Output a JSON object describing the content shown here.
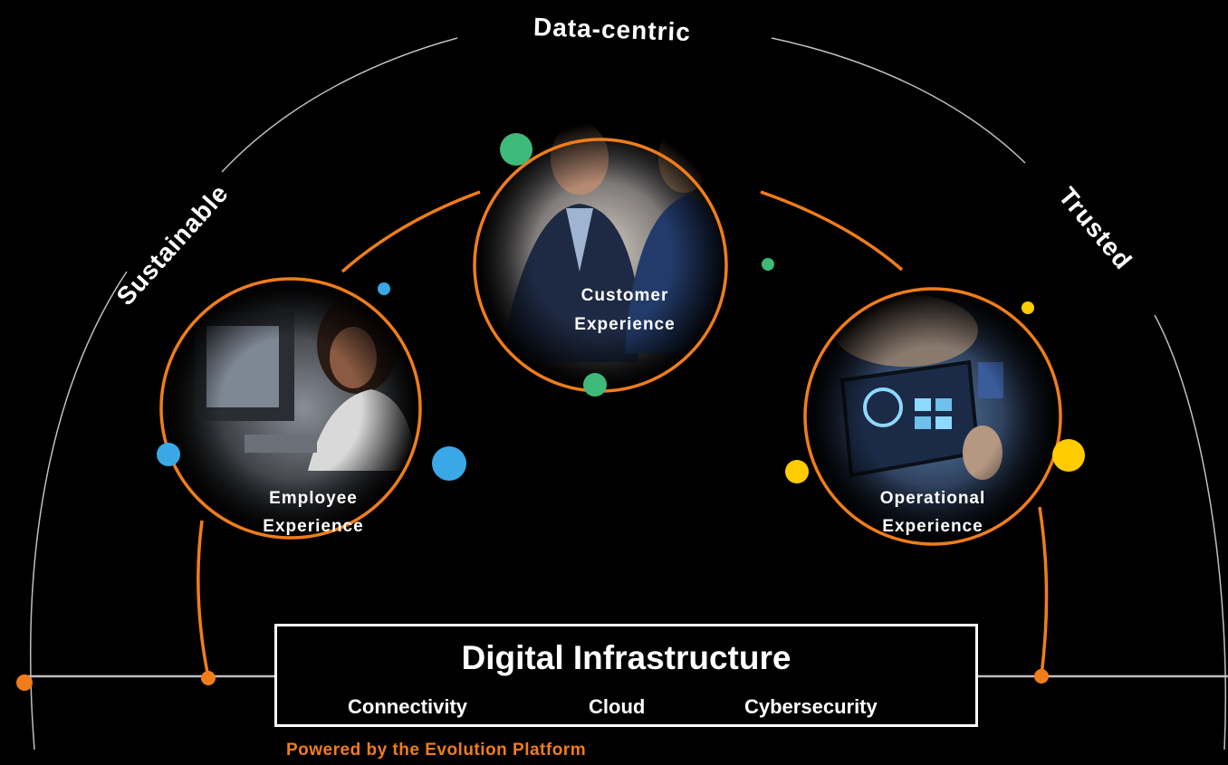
{
  "arc_labels": {
    "top": "Data-centric",
    "left": "Sustainable",
    "right": "Trusted"
  },
  "experiences": {
    "customer": {
      "line1": "Customer",
      "line2": "Experience"
    },
    "employee": {
      "line1": "Employee",
      "line2": "Experience"
    },
    "operational": {
      "line1": "Operational",
      "line2": "Experience"
    }
  },
  "infrastructure": {
    "title": "Digital Infrastructure",
    "items": [
      "Connectivity",
      "Cloud",
      "Cybersecurity"
    ]
  },
  "footer": {
    "powered_by": "Powered by the Evolution Platform"
  },
  "colors": {
    "background": "#000000",
    "accent_orange": "#f07d1a",
    "customer_dot": "#3dba7a",
    "employee_dot": "#3aa8e6",
    "operational_dot": "#ffcc00",
    "arc_line": "#bfbfbf"
  }
}
